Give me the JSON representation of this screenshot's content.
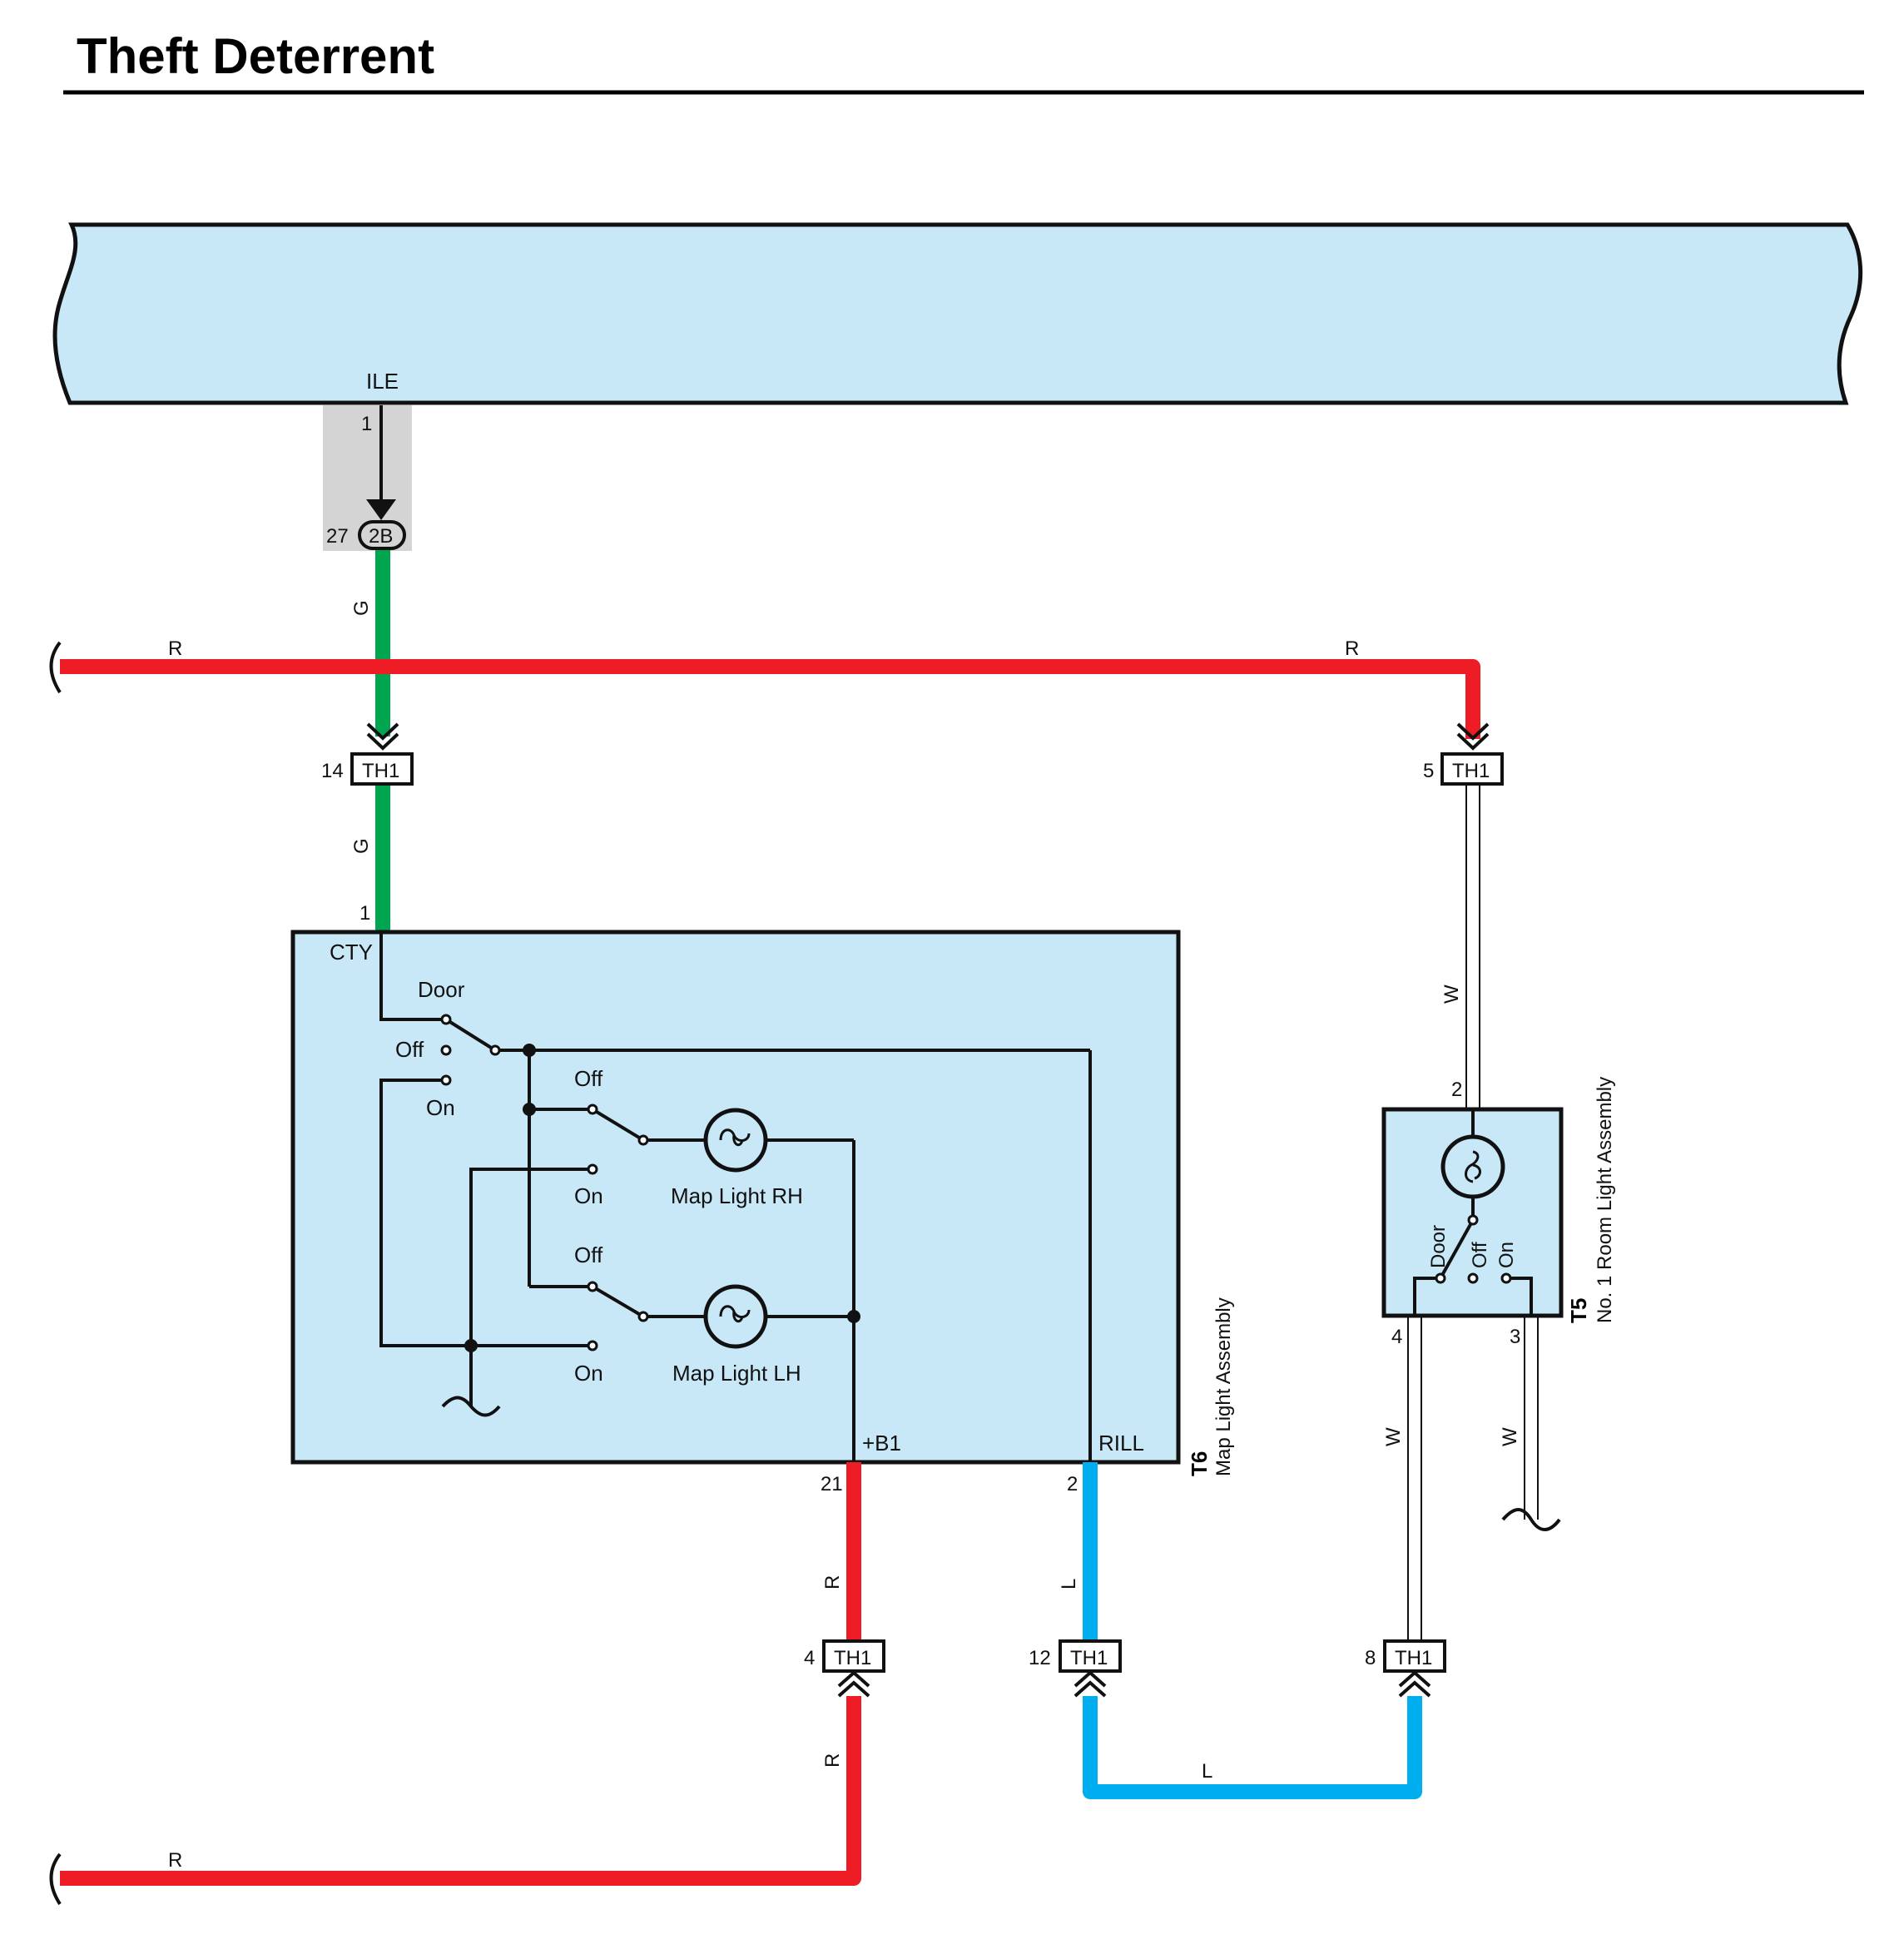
{
  "title": "Theft Deterrent",
  "colors": {
    "red": "#ee1c25",
    "green": "#00a550",
    "blue": "#00aeef",
    "white_wire": "#ffffff",
    "module_fill": "#c8e8f8",
    "stroke": "#111111"
  },
  "ecu": {
    "terminal": "ILE",
    "pin": "1"
  },
  "junction_2b": {
    "pin": "27",
    "id": "2B"
  },
  "wires": {
    "g_1": "G",
    "g_2": "G",
    "r_left": "R",
    "r_right": "R",
    "w_to_t5": "W",
    "w_t5_4": "W",
    "w_t5_3": "W",
    "r_b1": "R",
    "r_lower": "R",
    "r_bottom": "R",
    "l_rill": "L",
    "l_bottom": "L"
  },
  "connectors": {
    "th1_14": {
      "pin": "14",
      "id": "TH1"
    },
    "th1_5": {
      "pin": "5",
      "id": "TH1"
    },
    "th1_4": {
      "pin": "4",
      "id": "TH1"
    },
    "th1_12": {
      "pin": "12",
      "id": "TH1"
    },
    "th1_8": {
      "pin": "8",
      "id": "TH1"
    }
  },
  "t6": {
    "code": "T6",
    "name": "Map Light Assembly",
    "pin_cty": "1",
    "terminal_cty": "CTY",
    "door_label": "Door",
    "off_label": "Off",
    "on_label": "On",
    "rh_off": "Off",
    "rh_on": "On",
    "rh_name": "Map Light RH",
    "lh_off": "Off",
    "lh_on": "On",
    "lh_name": "Map Light LH",
    "terminal_b1": "+B1",
    "pin_b1": "21",
    "terminal_rill": "RILL",
    "pin_rill": "2"
  },
  "t5": {
    "code": "T5",
    "name": "No.  1 Room Light Assembly",
    "pin_top": "2",
    "pin_left": "4",
    "pin_right": "3",
    "door_label": "Door",
    "off_label": "Off",
    "on_label": "On"
  }
}
